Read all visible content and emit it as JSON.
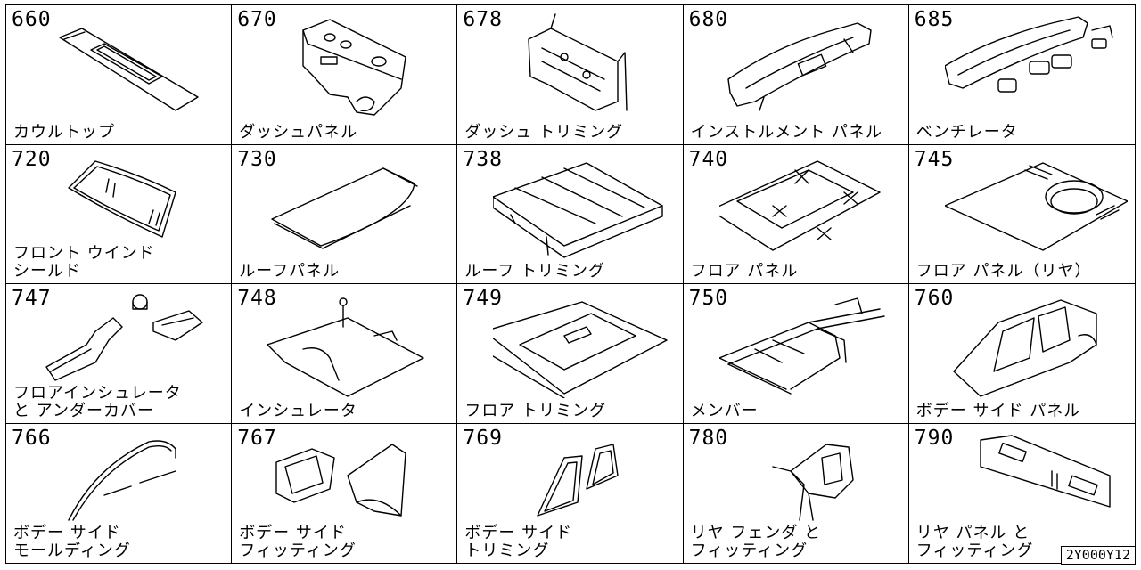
{
  "cells": [
    {
      "code": "660",
      "name": "カウルトップ",
      "icon": "cowl-top-icon"
    },
    {
      "code": "670",
      "name": "ダッシュパネル",
      "icon": "dash-panel-icon"
    },
    {
      "code": "678",
      "name": "ダッシュ トリミング",
      "icon": "dash-trimming-icon"
    },
    {
      "code": "680",
      "name": "インストルメント パネル",
      "icon": "instrument-panel-icon"
    },
    {
      "code": "685",
      "name": "ベンチレータ",
      "icon": "ventilator-icon"
    },
    {
      "code": "720",
      "name": "フロント ウインド\nシールド",
      "icon": "windshield-icon"
    },
    {
      "code": "730",
      "name": "ルーフパネル",
      "icon": "roof-panel-icon"
    },
    {
      "code": "738",
      "name": "ルーフ トリミング",
      "icon": "roof-trimming-icon"
    },
    {
      "code": "740",
      "name": "フロア パネル",
      "icon": "floor-panel-icon"
    },
    {
      "code": "745",
      "name": "フロア パネル（リヤ）",
      "icon": "rear-floor-panel-icon"
    },
    {
      "code": "747",
      "name": "フロアインシュレータ\nと アンダーカバー",
      "icon": "floor-insulator-icon"
    },
    {
      "code": "748",
      "name": "インシュレータ",
      "icon": "insulator-icon"
    },
    {
      "code": "749",
      "name": "フロア トリミング",
      "icon": "floor-trimming-icon"
    },
    {
      "code": "750",
      "name": "メンバー",
      "icon": "member-frame-icon"
    },
    {
      "code": "760",
      "name": "ボデー サイド パネル",
      "icon": "body-side-panel-icon"
    },
    {
      "code": "766",
      "name": "ボデー サイド\nモールディング",
      "icon": "body-side-molding-icon"
    },
    {
      "code": "767",
      "name": "ボデー サイド\nフィッティング",
      "icon": "body-side-fitting-icon"
    },
    {
      "code": "769",
      "name": "ボデー サイド\nトリミング",
      "icon": "body-side-trimming-icon"
    },
    {
      "code": "780",
      "name": "リヤ フェンダ と\nフィッティング",
      "icon": "rear-fender-icon"
    },
    {
      "code": "790",
      "name": "リヤ パネル と\nフィッティング",
      "icon": "rear-panel-icon"
    }
  ],
  "reference": "2Y000Y12"
}
